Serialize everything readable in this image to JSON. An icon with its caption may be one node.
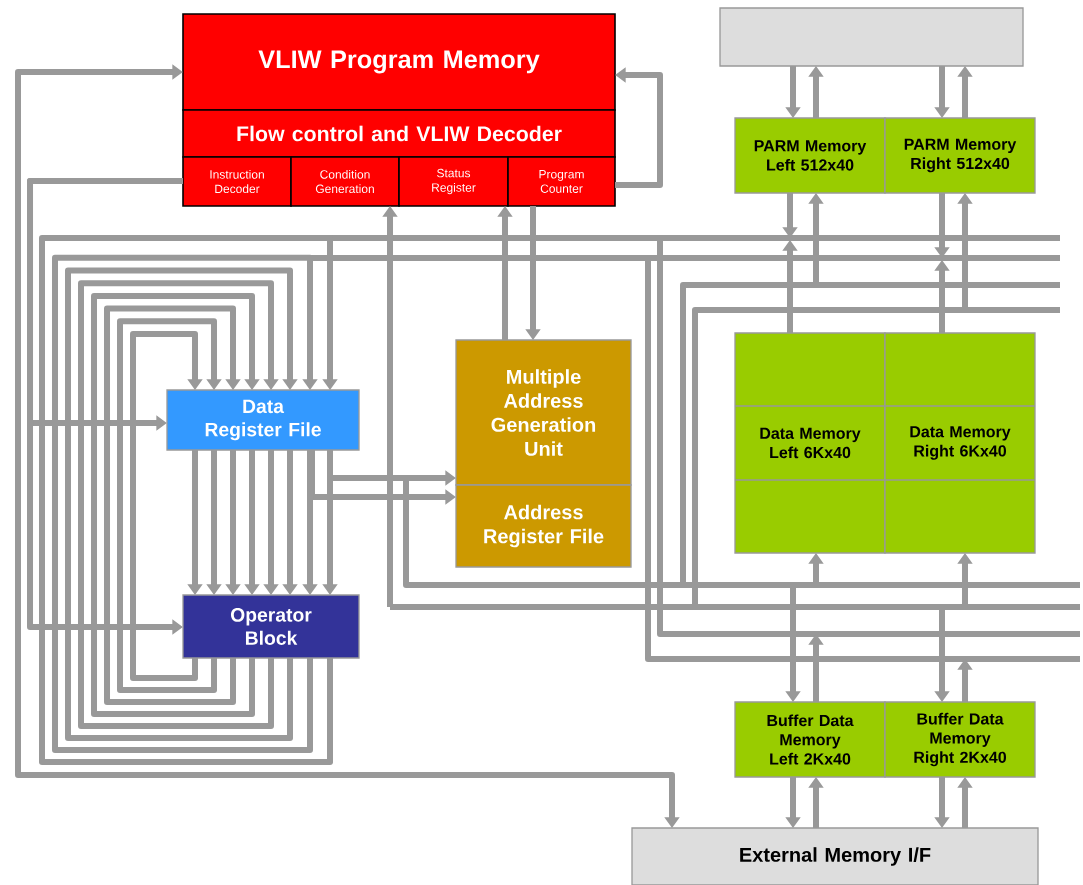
{
  "diagram": {
    "nodes": [
      {
        "text": [
          "VLIW Program Memory"
        ]
      },
      {
        "text": [
          "Flow control and VLIW Decoder"
        ]
      },
      {
        "text": [
          "Instruction Decoder"
        ]
      },
      {
        "text": [
          "Condition Generation"
        ]
      },
      {
        "text": [
          "Status Register"
        ]
      },
      {
        "text": [
          "Program Counter"
        ]
      },
      {
        "text": [],
        "shape": "box"
      },
      {
        "text": [
          "PARM Memory Left 512x40"
        ]
      },
      {
        "text": [
          "PARM Memory Right 512x40"
        ]
      },
      {
        "text": [
          "Data Register File"
        ]
      },
      {
        "text": [
          "Operator Block"
        ]
      },
      {
        "text": [
          "Multiple Address Generation Unit"
        ]
      },
      {
        "text": [
          "Address Register File"
        ]
      },
      {
        "text": [
          "Data Memory Left 6Kx40"
        ]
      },
      {
        "text": [
          "Data Memory Right 6Kx40"
        ]
      },
      {
        "text": [
          "Buffer Data Memory Left 2Kx40"
        ]
      },
      {
        "text": [
          "Buffer Data Memory Right 2Kx40"
        ]
      },
      {
        "text": [
          "External Memory I/F"
        ]
      }
    ],
    "edges": [
      {
        "from": 0,
        "to": 17,
        "arrow": "both"
      },
      {
        "from": 5,
        "to": 0,
        "arrow": "to"
      },
      {
        "from": 2,
        "to": 9,
        "arrow": "to"
      },
      {
        "from": 2,
        "to": 10,
        "arrow": "to"
      },
      {
        "from": null,
        "to": 3,
        "arrow": "to"
      },
      {
        "from": 11,
        "to": 4,
        "arrow": "to"
      },
      {
        "from": 5,
        "to": 11,
        "arrow": "to"
      },
      {
        "from": 9,
        "to": 11,
        "arrow": "to"
      },
      {
        "from": 9,
        "to": 12,
        "arrow": "to"
      },
      {
        "from": 10,
        "to": 9,
        "arrow": "to"
      },
      {
        "from": 10,
        "to": 9,
        "arrow": "to"
      },
      {
        "from": 10,
        "to": 9,
        "arrow": "to"
      },
      {
        "from": 10,
        "to": 9,
        "arrow": "to"
      },
      {
        "from": 10,
        "to": 9,
        "arrow": "to"
      },
      {
        "from": 10,
        "to": 9,
        "arrow": "to"
      },
      {
        "from": 10,
        "to": 9,
        "arrow": "to"
      },
      {
        "from": 10,
        "to": 9,
        "arrow": "to"
      },
      {
        "from": 9,
        "to": 10,
        "arrow": "to"
      },
      {
        "from": 9,
        "to": 10,
        "arrow": "to"
      },
      {
        "from": 9,
        "to": 10,
        "arrow": "to"
      },
      {
        "from": 9,
        "to": 10,
        "arrow": "to"
      },
      {
        "from": 9,
        "to": 10,
        "arrow": "to"
      },
      {
        "from": 9,
        "to": 10,
        "arrow": "to"
      },
      {
        "from": 9,
        "to": 10,
        "arrow": "to"
      },
      {
        "from": 9,
        "to": 10,
        "arrow": "to"
      },
      {
        "from": 6,
        "to": 7,
        "arrow": "to"
      },
      {
        "from": 7,
        "to": 6,
        "arrow": "to"
      },
      {
        "from": 6,
        "to": 8,
        "arrow": "to"
      },
      {
        "from": 8,
        "to": 6,
        "arrow": "to"
      },
      {
        "from": 7,
        "to": null,
        "arrow": "to"
      },
      {
        "from": null,
        "to": 7,
        "arrow": "to"
      },
      {
        "from": 13,
        "to": null,
        "arrow": "to"
      },
      {
        "from": 8,
        "to": null,
        "arrow": "to"
      },
      {
        "from": null,
        "to": 8,
        "arrow": "to"
      },
      {
        "from": 14,
        "to": null,
        "arrow": "to"
      },
      {
        "from": null,
        "to": 13,
        "arrow": "to"
      },
      {
        "from": null,
        "to": 14,
        "arrow": "to"
      },
      {
        "from": null,
        "to": 15,
        "arrow": "to"
      },
      {
        "from": 15,
        "to": null,
        "arrow": "to"
      },
      {
        "from": null,
        "to": 16,
        "arrow": "to"
      },
      {
        "from": 16,
        "to": null,
        "arrow": "to"
      },
      {
        "from": 15,
        "to": 17,
        "arrow": "to"
      },
      {
        "from": 17,
        "to": 15,
        "arrow": "to"
      },
      {
        "from": 16,
        "to": 17,
        "arrow": "to"
      },
      {
        "from": 17,
        "to": 16,
        "arrow": "to"
      }
    ]
  }
}
